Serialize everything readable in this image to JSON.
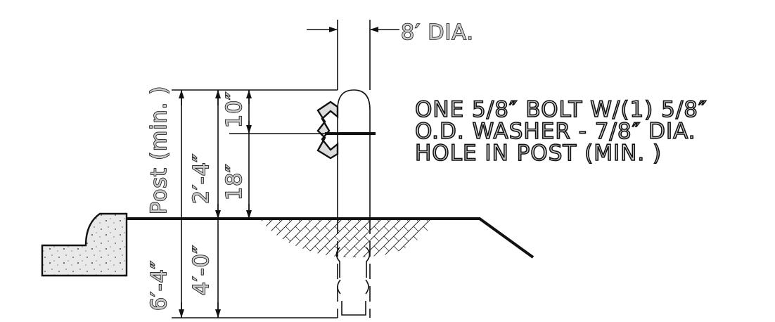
{
  "diagram": {
    "post_diameter": "8′ DIA.",
    "dim_post_min": "Post (min. )",
    "dim_above_ground": "2′-4″",
    "dim_top_to_bolt": "10″",
    "dim_bolt_to_ground": "18″",
    "dim_total_post": "6′-4″",
    "dim_embed": "4′-0″",
    "note_lines": [
      "ONE 5/8″ BOLT W/(1) 5/8″",
      "O.D. WASHER - 7/8″ DIA.",
      "HOLE IN POST (MIN. )"
    ]
  }
}
